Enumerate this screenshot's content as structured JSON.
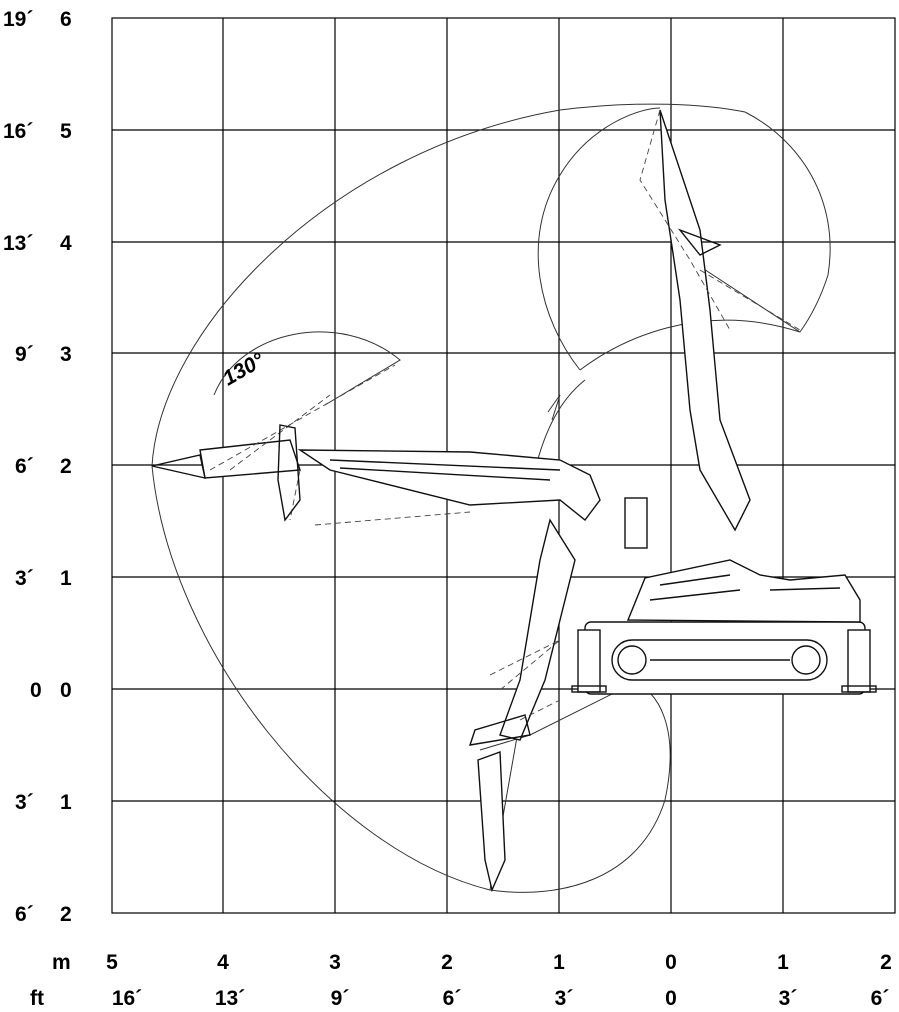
{
  "angle_label": "130°",
  "y_axis_labels": [
    {
      "ft": "19´",
      "m": "6"
    },
    {
      "ft": "16´",
      "m": "5"
    },
    {
      "ft": "13´",
      "m": "4"
    },
    {
      "ft": "9´",
      "m": "3"
    },
    {
      "ft": "6´",
      "m": "2"
    },
    {
      "ft": "3´",
      "m": "1"
    },
    {
      "ft": "0",
      "m": "0"
    },
    {
      "ft": "3´",
      "m": "1"
    },
    {
      "ft": "6´",
      "m": "2"
    }
  ],
  "x_axis": {
    "m_unit": "m",
    "ft_unit": "ft",
    "m_labels": [
      "5",
      "4",
      "3",
      "2",
      "1",
      "0",
      "1",
      "2"
    ],
    "ft_labels": [
      "16´",
      "13´",
      "9´",
      "6´",
      "3´",
      "0",
      "3´",
      "6´"
    ]
  }
}
